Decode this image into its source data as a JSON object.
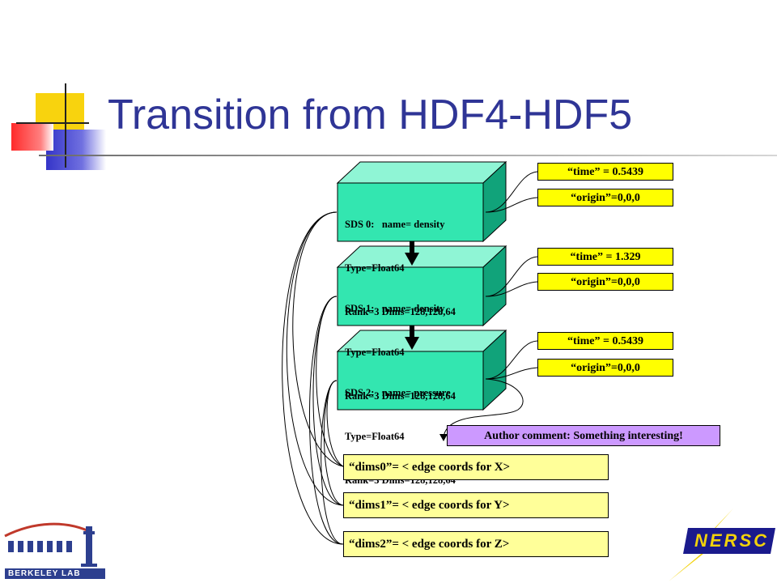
{
  "title": "Transition from HDF4-HDF5",
  "sds": [
    {
      "id": "SDS 0:",
      "name": "name= density",
      "type": "Type=Float64",
      "rank": "Rank=3 Dims=128,128,64"
    },
    {
      "id": "SDS 1:",
      "name": "name= density",
      "type": "Type=Float64",
      "rank": "Rank=3 Dims=128,128,64"
    },
    {
      "id": "SDS 2:",
      "name": "name= pressure",
      "type": "Type=Float64",
      "rank": "Rank=3 Dims=128,128,64"
    }
  ],
  "attributes": [
    {
      "time": "“time” = 0.5439",
      "origin": "“origin”=0,0,0"
    },
    {
      "time": "“time” = 1.329",
      "origin": "“origin”=0,0,0"
    },
    {
      "time": "“time” = 0.5439",
      "origin": "“origin”=0,0,0"
    }
  ],
  "comment": "Author comment:  Something interesting!",
  "dims": [
    "“dims0”= < edge coords for X>",
    "“dims1”= < edge coords for Y>",
    "“dims2”= < edge coords for Z>"
  ],
  "logos": {
    "berkeley_lab": "BERKELEY LAB",
    "nersc": "NERSC"
  },
  "colors": {
    "title": "#2f3596",
    "sds_face": "#33e6b0",
    "attr_fill": "#ffff00",
    "comment_fill": "#cc99ff",
    "dims_fill": "#ffff99"
  }
}
